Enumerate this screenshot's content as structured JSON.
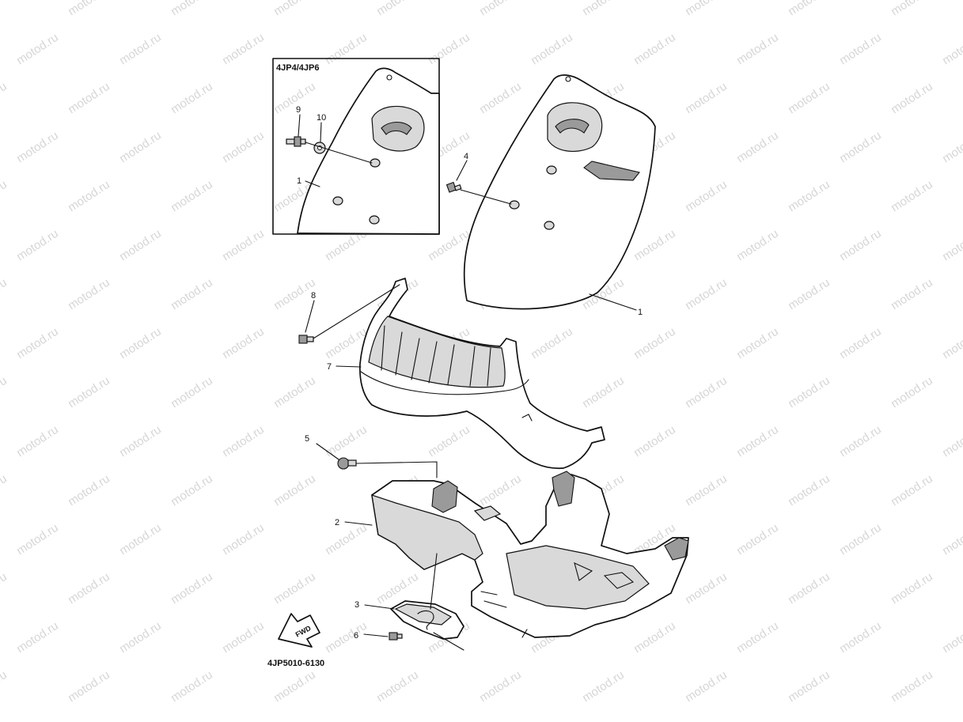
{
  "watermark": {
    "text": "motod.ru"
  },
  "inset": {
    "label": "4JP4/4JP6"
  },
  "callouts": {
    "c1_inset": "1",
    "c9": "9",
    "c10": "10",
    "c4": "4",
    "c1": "1",
    "c8": "8",
    "c7": "7",
    "c5": "5",
    "c2": "2",
    "c3": "3",
    "c6": "6"
  },
  "fwd_arrow": {
    "text": "FWD"
  },
  "diagram_code": "4JP5010-6130"
}
